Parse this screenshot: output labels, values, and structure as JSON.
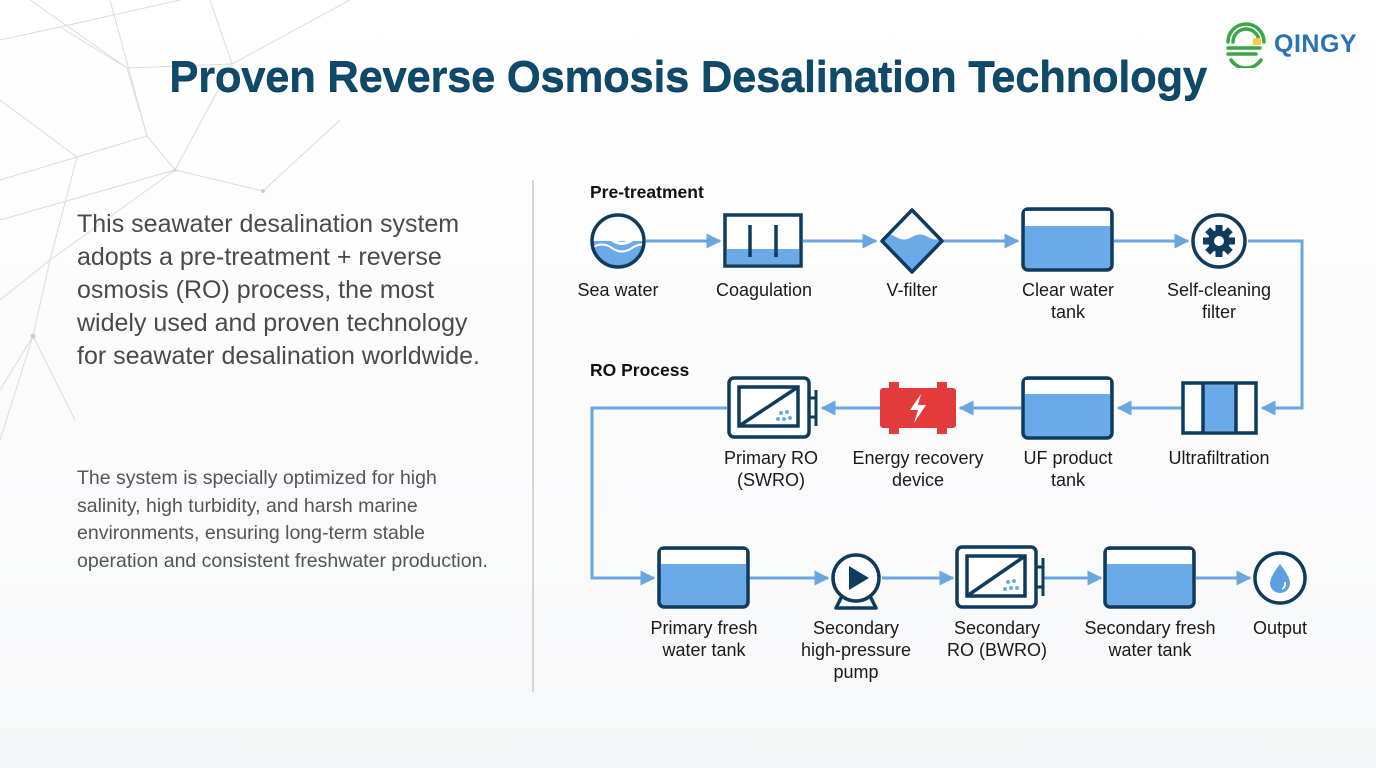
{
  "header": {
    "title": "Proven Reverse Osmosis Desalination Technology",
    "logo_text": "QINGY",
    "logo_icon": "cloud-sun-logo-icon"
  },
  "description": {
    "intro": "This seawater desalination system adopts a pre-treatment + reverse osmosis (RO) process, the most widely used and proven technology for seawater desalination worldwide.",
    "detail": "The system is specially optimized for high salinity, high turbidity, and harsh marine environments, ensuring long-term stable operation and consistent freshwater production."
  },
  "diagram": {
    "sections": [
      {
        "label": "Pre-treatment"
      },
      {
        "label": "RO Process"
      }
    ],
    "nodes": [
      {
        "id": "sea-water",
        "label": "Sea water",
        "icon": "sea-water-icon"
      },
      {
        "id": "coagulation",
        "label": "Coagulation",
        "icon": "coagulation-tank-icon"
      },
      {
        "id": "v-filter",
        "label": "V-filter",
        "icon": "v-filter-icon"
      },
      {
        "id": "clear-water-tank",
        "label": "Clear water tank",
        "icon": "water-tank-icon"
      },
      {
        "id": "self-cleaning-filter",
        "label": "Self-cleaning filter",
        "icon": "gear-icon"
      },
      {
        "id": "ultrafiltration",
        "label": "Ultrafiltration",
        "icon": "ultrafiltration-icon"
      },
      {
        "id": "uf-product-tank",
        "label": "UF product tank",
        "icon": "water-tank-icon"
      },
      {
        "id": "energy-recovery-device",
        "label": "Energy recovery device",
        "icon": "lightning-icon"
      },
      {
        "id": "primary-ro",
        "label": "Primary RO (SWRO)",
        "icon": "ro-membrane-icon"
      },
      {
        "id": "primary-fresh-water-tank",
        "label": "Primary fresh water tank",
        "icon": "water-tank-icon"
      },
      {
        "id": "secondary-hp-pump",
        "label": "Secondary high-pressure pump",
        "icon": "pump-icon"
      },
      {
        "id": "secondary-ro",
        "label": "Secondary RO (BWRO)",
        "icon": "ro-membrane-icon"
      },
      {
        "id": "secondary-fresh-water-tank",
        "label": "Secondary fresh water tank",
        "icon": "water-tank-icon"
      },
      {
        "id": "output",
        "label": "Output",
        "icon": "water-drop-icon"
      }
    ],
    "edges": [
      [
        "sea-water",
        "coagulation"
      ],
      [
        "coagulation",
        "v-filter"
      ],
      [
        "v-filter",
        "clear-water-tank"
      ],
      [
        "clear-water-tank",
        "self-cleaning-filter"
      ],
      [
        "self-cleaning-filter",
        "ultrafiltration"
      ],
      [
        "ultrafiltration",
        "uf-product-tank"
      ],
      [
        "uf-product-tank",
        "energy-recovery-device"
      ],
      [
        "energy-recovery-device",
        "primary-ro"
      ],
      [
        "primary-ro",
        "primary-fresh-water-tank"
      ],
      [
        "primary-fresh-water-tank",
        "secondary-hp-pump"
      ],
      [
        "secondary-hp-pump",
        "secondary-ro"
      ],
      [
        "secondary-ro",
        "secondary-fresh-water-tank"
      ],
      [
        "secondary-fresh-water-tank",
        "output"
      ]
    ],
    "colors": {
      "outline": "#0f3b5c",
      "water": "#6aaae8",
      "flow": "#6aa6e0",
      "energy": "#e33b3b"
    }
  }
}
